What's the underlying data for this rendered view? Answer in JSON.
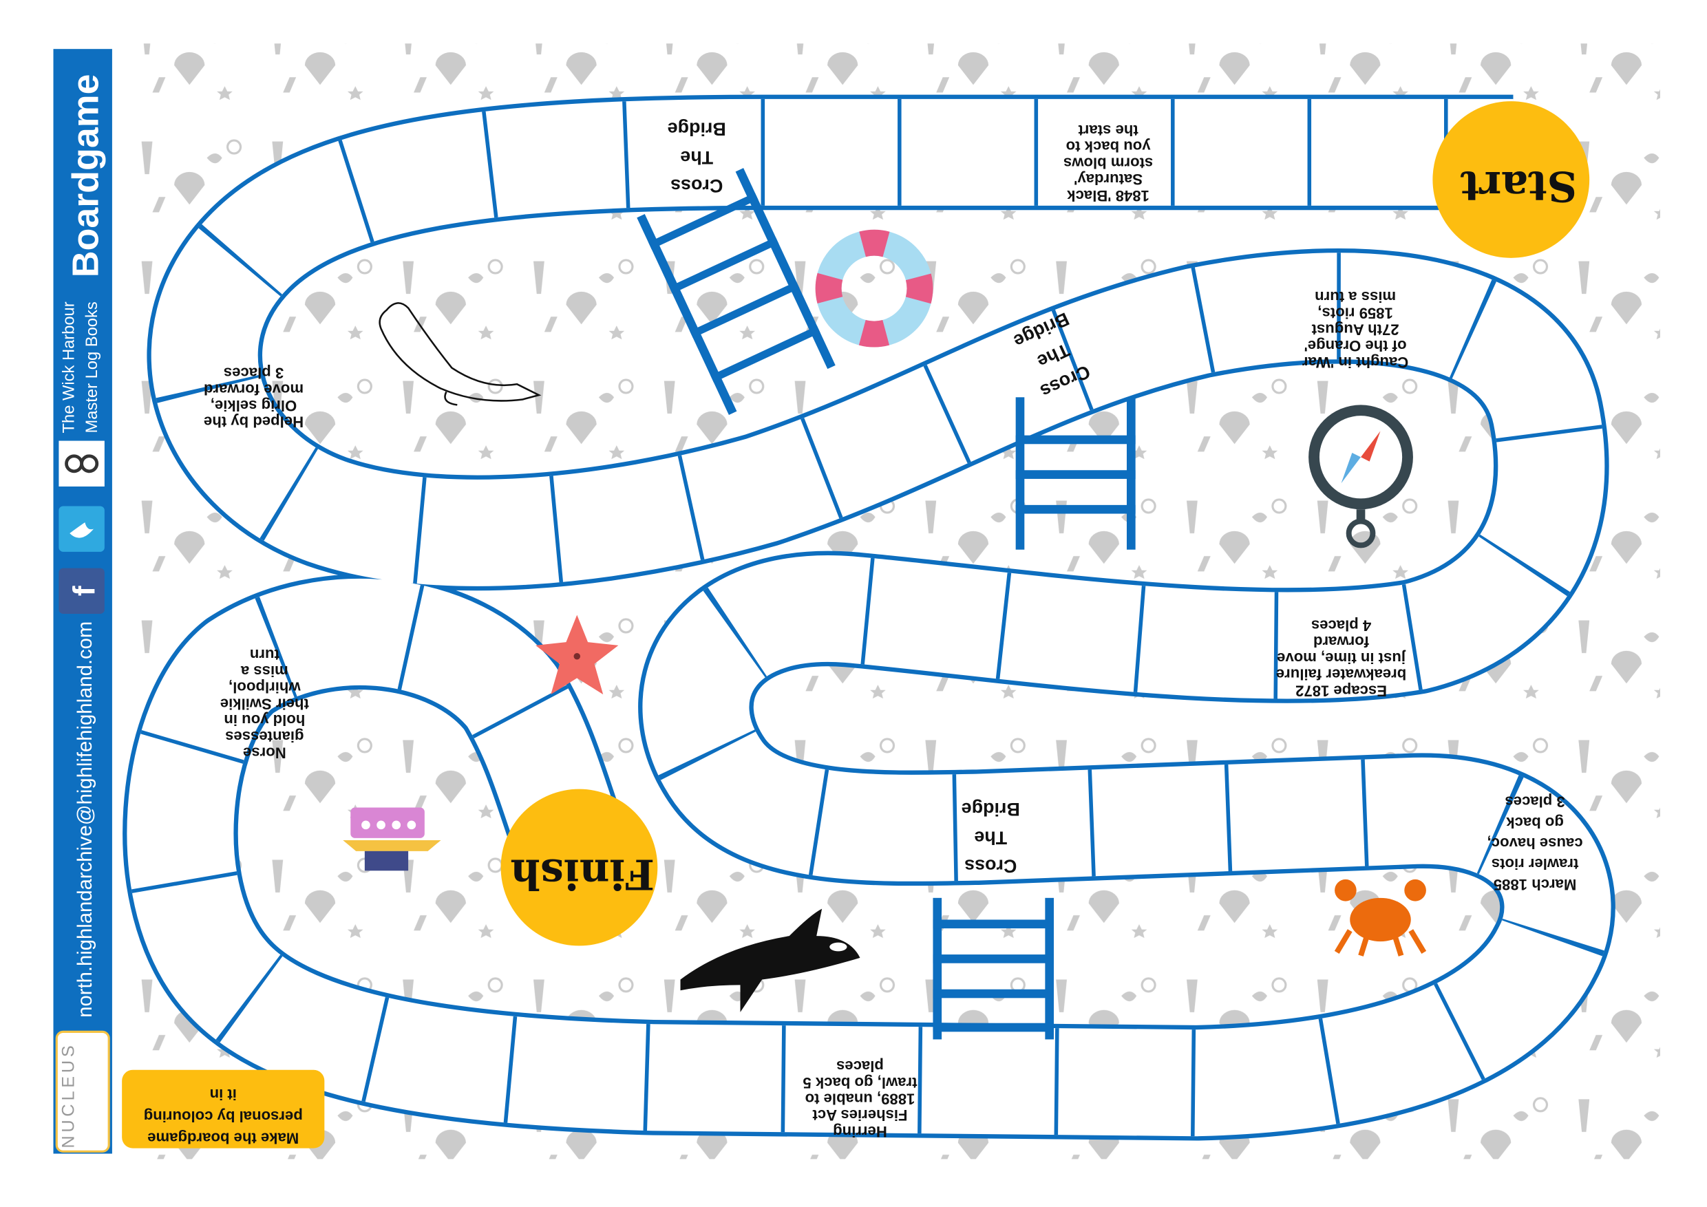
{
  "sidebar": {
    "title": "Boardgame",
    "subtitle_line1": "The Wick Harbour",
    "subtitle_line2": "Master Log Books",
    "email": "north.highlandarchive@highlifehighland.com",
    "logo_text": "NUCLEUS",
    "social_icons": [
      "tripadvisor-icon",
      "twitter-icon",
      "facebook-icon"
    ]
  },
  "board": {
    "start_label": "Start",
    "finish_label": "Finish",
    "bridge_lines": [
      "Cross",
      "The",
      "Bridge"
    ],
    "squares": {
      "black_saturday": [
        "1848 'Black",
        "Saturday'",
        "storm blows",
        "you back to",
        "the start"
      ],
      "selkie": [
        "Helped by the",
        "Olrig selkie,",
        "move forward",
        "3 places"
      ],
      "war_orange": [
        "Caught in 'War",
        "of the Orange'",
        "27th August",
        "1859  riots,",
        "miss a turn"
      ],
      "escape_1872": [
        "Escape 1872",
        "breakwater failure",
        "just in time, move",
        "forward",
        "4 places"
      ],
      "norse": [
        "Norse",
        "giantesses",
        "hold you in",
        "their Swilkie",
        "whirlpool,",
        "miss a",
        "turn"
      ],
      "march_1885": [
        "March 1885",
        "trawler riots",
        "cause havoc,",
        "go back",
        "3 places"
      ],
      "herring": [
        "Herring",
        "Fisheries Act",
        "1889, unable to",
        "trawl, go back 5",
        "places"
      ]
    },
    "note": [
      "Make the boardgame",
      "personal by colouring",
      "it in"
    ]
  },
  "colors": {
    "track_blue": "#0d6ebf",
    "sidebar_blue": "#0e6fc0",
    "yellow": "#fdbd10",
    "icon_gray": "#c9c9c9"
  }
}
